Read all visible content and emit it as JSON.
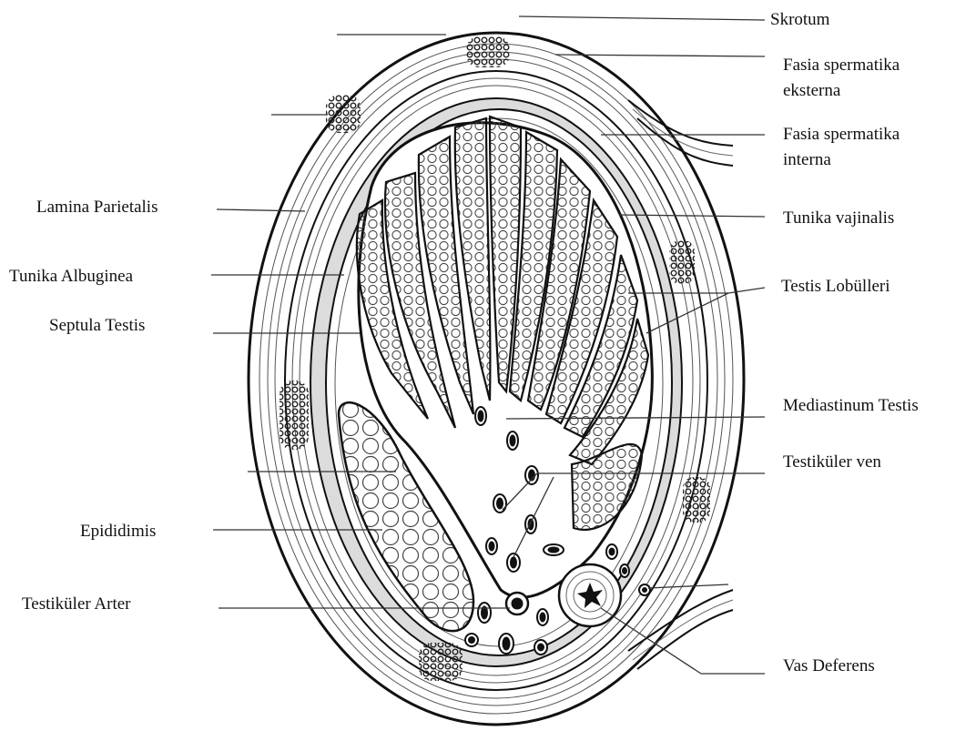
{
  "labels": {
    "skrotum": "Skrotum",
    "fasia_ext_1": "Fasia spermatika",
    "fasia_ext_2": "eksterna",
    "fasia_int_1": "Fasia spermatika",
    "fasia_int_2": "interna",
    "tunika_vajinalis": "Tunika vajinalis",
    "testis_lobulleri": "Testis Lobülleri",
    "mediastinum": "Mediastinum Testis",
    "testikuler_ven": "Testiküler ven",
    "vas_deferens": "Vas Deferens",
    "lamina_parietalis": "Lamina Parietalis",
    "tunika_albuginea": "Tunika Albuginea",
    "septula_testis": "Septula Testis",
    "epididimis": "Epididimis",
    "testikuler_arter": "Testiküler Arter"
  },
  "colors": {
    "ink": "#111111",
    "wall_shading": "#d9d9d9",
    "background": "#ffffff"
  }
}
